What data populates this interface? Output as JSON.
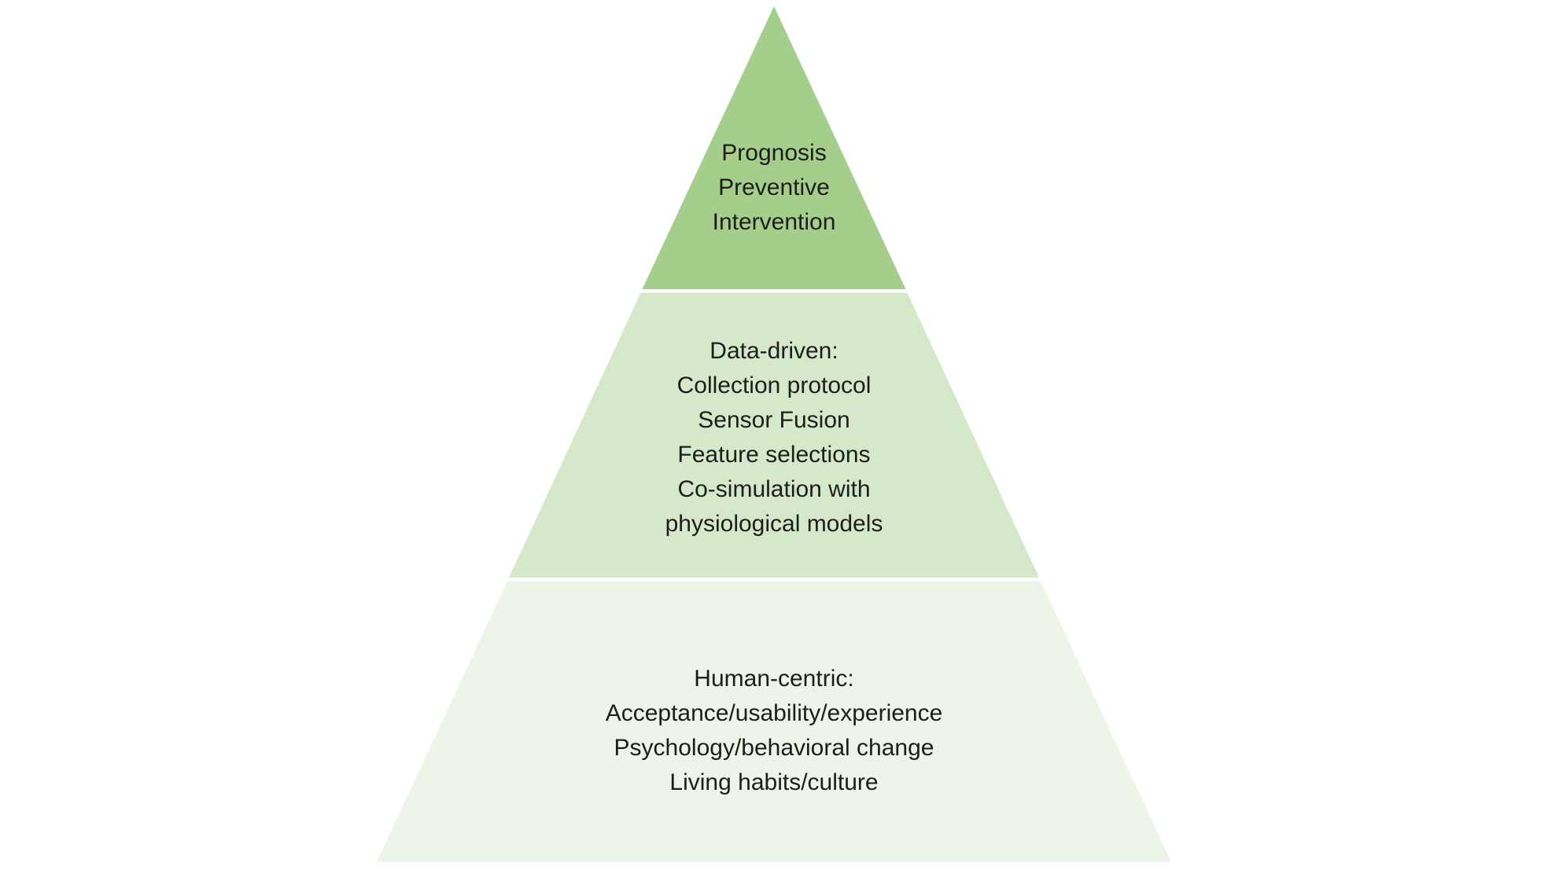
{
  "pyramid": {
    "title": "pyramid diagram with three tiers",
    "background": "#ffffff",
    "text_color": "#1d1d1b",
    "tiers": [
      {
        "name": "top",
        "fill": "#a5ce8c",
        "lines": [
          "Prognosis",
          "Preventive",
          "Intervention"
        ]
      },
      {
        "name": "middle",
        "fill": "#d6e8ca",
        "lines": [
          "Data-driven:",
          "Collection protocol",
          "Sensor Fusion",
          "Feature selections",
          "Co-simulation with",
          "physiological models"
        ]
      },
      {
        "name": "bottom",
        "fill": "#edf4e8",
        "lines": [
          "Human-centric:",
          "Acceptance/usability/experience",
          "Psychology/behavioral change",
          "Living habits/culture"
        ]
      }
    ]
  }
}
